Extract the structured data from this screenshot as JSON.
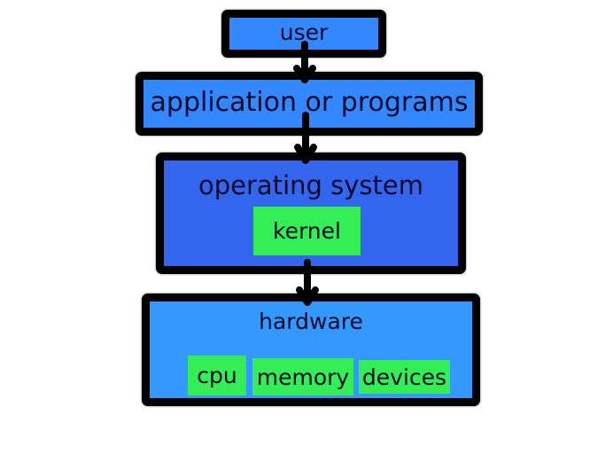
{
  "diagram": {
    "colors": {
      "user_fill": "#3388ff",
      "app_fill": "#3388ff",
      "os_fill": "#3366ee",
      "hardware_fill": "#3399ff",
      "component_fill": "#33ee55",
      "border": "#000000"
    },
    "user": {
      "label": "user"
    },
    "application": {
      "label": "application or programs"
    },
    "operating_system": {
      "label": "operating system",
      "kernel": {
        "label": "kernel"
      }
    },
    "hardware": {
      "label": "hardware",
      "components": [
        {
          "label": "cpu"
        },
        {
          "label": "memory"
        },
        {
          "label": "devices"
        }
      ]
    },
    "arrows": [
      {
        "from": "user",
        "to": "application or programs"
      },
      {
        "from": "application or programs",
        "to": "operating system"
      },
      {
        "from": "kernel",
        "to": "hardware"
      }
    ]
  }
}
